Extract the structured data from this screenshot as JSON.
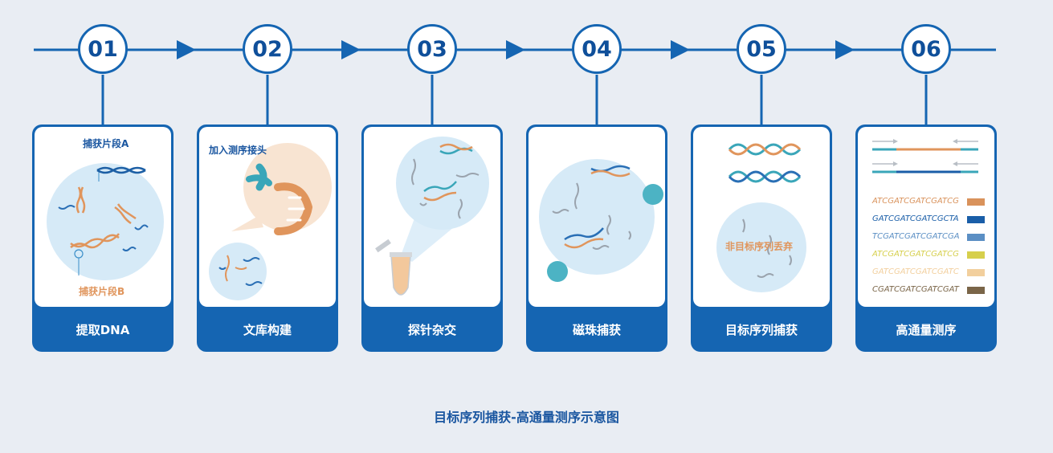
{
  "steps": [
    {
      "num": "01",
      "label": "提取DNA"
    },
    {
      "num": "02",
      "label": "文库构建"
    },
    {
      "num": "03",
      "label": "探针杂交"
    },
    {
      "num": "04",
      "label": "磁珠捕获"
    },
    {
      "num": "05",
      "label": "目标序列捕获"
    },
    {
      "num": "06",
      "label": "高通量测序"
    }
  ],
  "card1": {
    "fragment_a": "捕获片段A",
    "fragment_b": "捕获片段B"
  },
  "card2": {
    "adapter": "加入测序接头"
  },
  "card5": {
    "discard": "非目标序列丢弃"
  },
  "sequences": [
    {
      "text": "ATCGATCGATCGATCG",
      "color": "#d9925b"
    },
    {
      "text": "GATCGATCGATCGCTA",
      "color": "#1a5ea8"
    },
    {
      "text": "TCGATCGATCGATCGA",
      "color": "#5b8fc4"
    },
    {
      "text": "ATCGATCGATCGATCG",
      "color": "#d6cf4c"
    },
    {
      "text": "GATCGATCGATCGATC",
      "color": "#f2cf9d"
    },
    {
      "text": "CGATCGATCGATCGAT",
      "color": "#7a6548"
    }
  ],
  "caption": "目标序列捕获-高通量测序示意图",
  "colors": {
    "primary": "#1565b2",
    "orange": "#e0955c",
    "teal": "#4cb3c4",
    "grey": "#9aa3ad",
    "light_circle": "#d6eaf7"
  }
}
